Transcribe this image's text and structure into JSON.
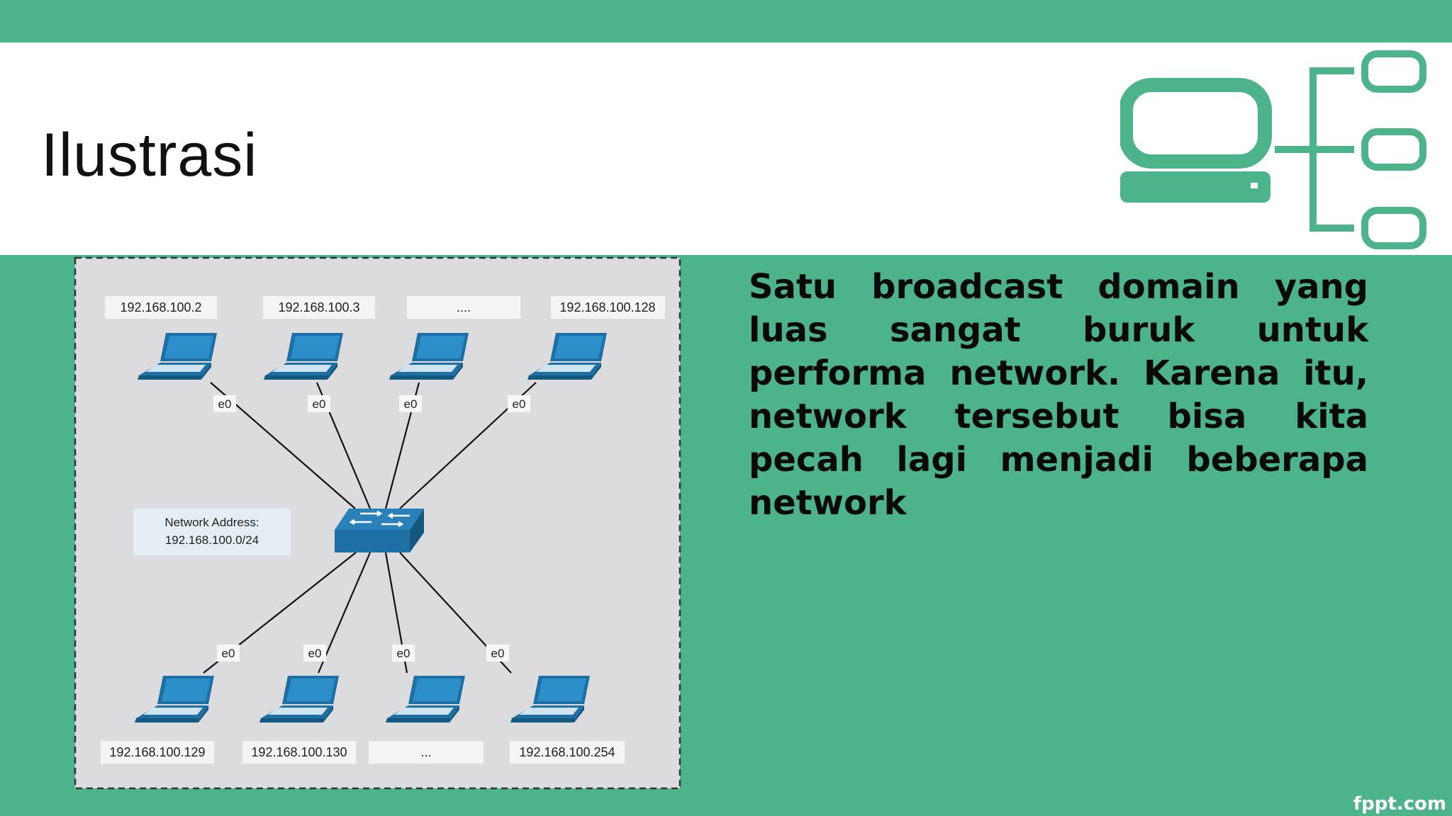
{
  "slide": {
    "title": "Ilustrasi",
    "body": "Satu broadcast domain yang luas sangat buruk untuk performa network. Karena itu, network tersebut bisa kita pecah lagi menjadi beberapa network",
    "footer_brand": "fppt.com"
  },
  "colors": {
    "brand_green": "#4db38a",
    "device_blue": "#1e6fa3",
    "diagram_bg": "#dcdcde"
  },
  "logo": {
    "icon": "computer-network-icon"
  },
  "diagram": {
    "network_address_label": "Network Address:",
    "network_address_value": "192.168.100.0/24",
    "switch_icon": "switch-icon",
    "top_hosts": [
      {
        "ip": "192.168.100.2",
        "port": "e0"
      },
      {
        "ip": "192.168.100.3",
        "port": "e0"
      },
      {
        "ip": "....",
        "port": "e0"
      },
      {
        "ip": "192.168.100.128",
        "port": "e0"
      }
    ],
    "bottom_hosts": [
      {
        "ip": "192.168.100.129",
        "port": "e0"
      },
      {
        "ip": "192.168.100.130",
        "port": "e0"
      },
      {
        "ip": "...",
        "port": "e0"
      },
      {
        "ip": "192.168.100.254",
        "port": "e0"
      }
    ]
  }
}
